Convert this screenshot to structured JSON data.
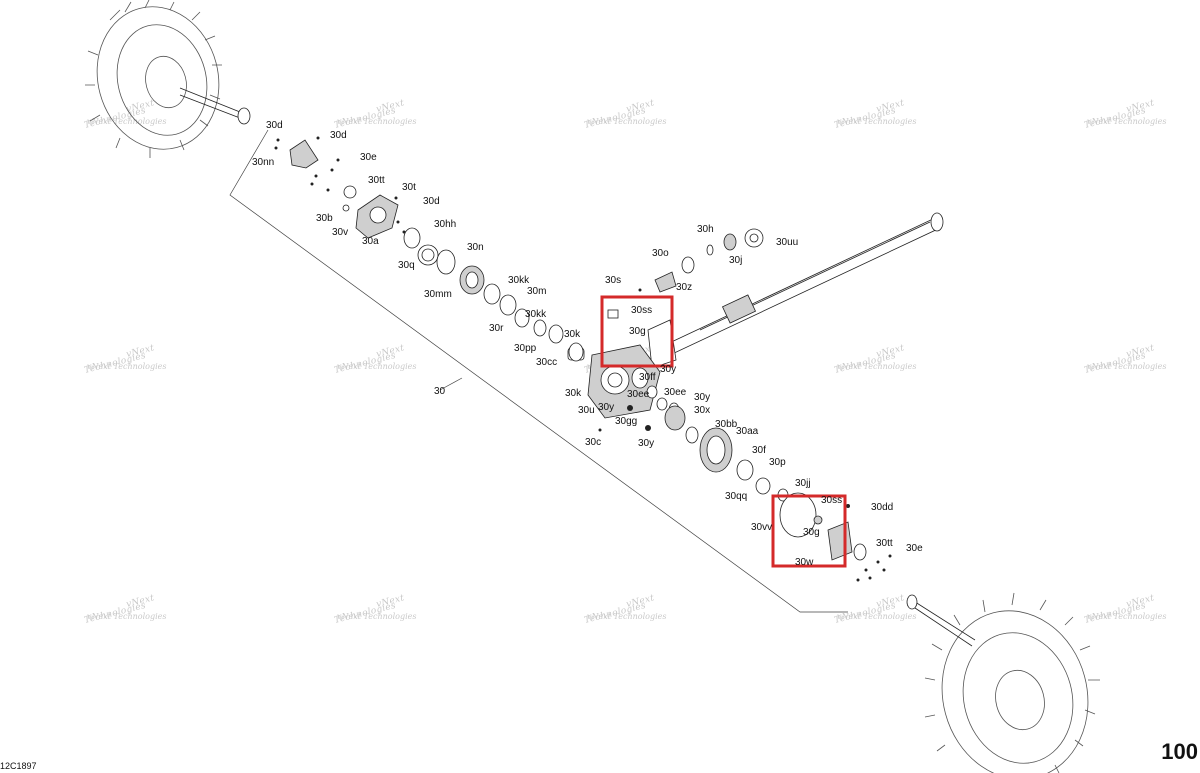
{
  "drawing_code": "12C1897",
  "page_number": "100",
  "watermark": {
    "line1": "vNext",
    "line2": "Technologies",
    "combined": "vNext Technologies"
  },
  "group_callout": "30",
  "callouts": [
    "30d",
    "30d",
    "30nn",
    "30e",
    "30tt",
    "30t",
    "30d",
    "30b",
    "30v",
    "30hh",
    "30a",
    "30n",
    "30q",
    "30kk",
    "30mm",
    "30m",
    "30r",
    "30kk",
    "30k",
    "30pp",
    "30cc",
    "30k",
    "30u",
    "30y",
    "30ee",
    "30ff",
    "30y",
    "30ee",
    "30y",
    "30x",
    "30gg",
    "30y",
    "30c",
    "30bb",
    "30aa",
    "30f",
    "30p",
    "30qq",
    "30jj",
    "30ss",
    "30dd",
    "30vv",
    "30g",
    "30tt",
    "30e",
    "30w",
    "30s",
    "30z",
    "30o",
    "30h",
    "30j",
    "30uu",
    "30ss",
    "30g"
  ],
  "colors": {
    "highlight": "#d42a2a",
    "line": "#222222",
    "watermark": "#c9c9c9"
  }
}
